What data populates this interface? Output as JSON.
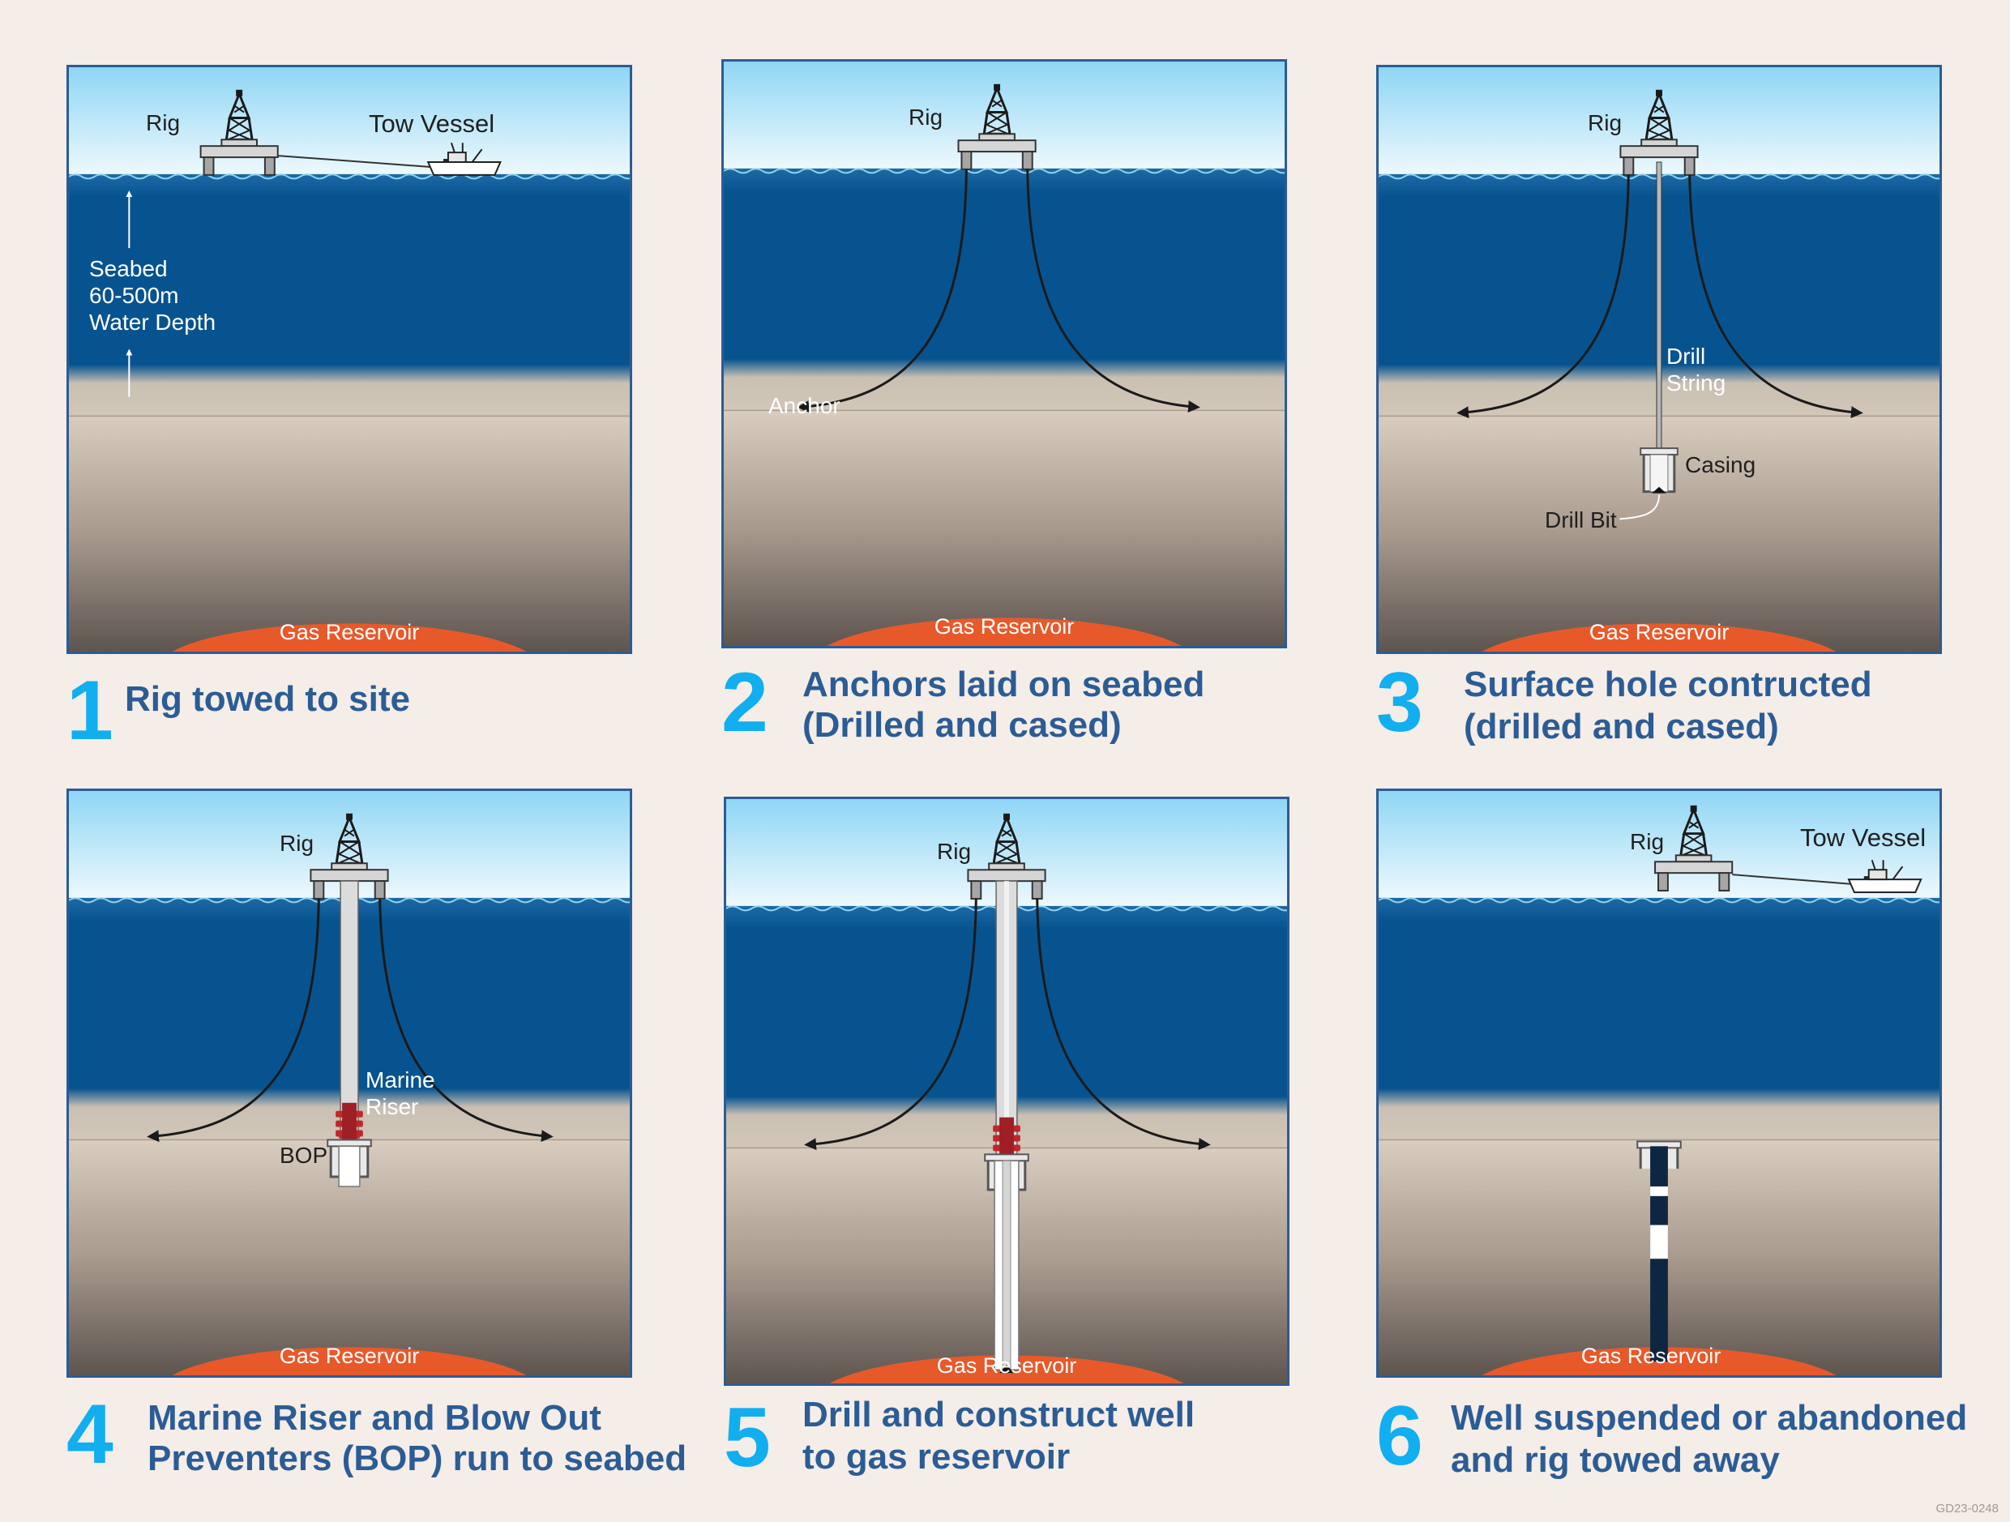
{
  "colors": {
    "background": "#f5ede8",
    "frame": "#2b5c95",
    "step_number": "#11aef0",
    "caption": "#2b5c95",
    "sky_top": "#8fd6f5",
    "sea": "#07538f",
    "sediment": "#c9bfb1",
    "ground": "#6e645e",
    "reservoir": "#e8592a",
    "bop": "#c0272d"
  },
  "panels": [
    {
      "step": "1",
      "title_line1": "Rig towed to site",
      "title_line2": "",
      "reservoir_label": "Gas Reservoir",
      "labels": {
        "rig": "Rig",
        "tow_vessel": "Tow Vessel",
        "depth_1": "Seabed",
        "depth_2": "60-500m",
        "depth_3": "Water Depth"
      }
    },
    {
      "step": "2",
      "title_line1": "Anchors laid on seabed",
      "title_line2": "(Drilled and cased)",
      "reservoir_label": "Gas Reservoir",
      "labels": {
        "rig": "Rig",
        "anchor": "Anchor"
      }
    },
    {
      "step": "3",
      "title_line1": "Surface hole contructed",
      "title_line2": "(drilled and cased)",
      "reservoir_label": "Gas Reservoir",
      "labels": {
        "rig": "Rig",
        "drill_1": "Drill",
        "drill_2": "String",
        "casing": "Casing",
        "drill_bit": "Drill Bit"
      }
    },
    {
      "step": "4",
      "title_line1": "Marine Riser and Blow Out",
      "title_line2": "Preventers (BOP) run to seabed",
      "reservoir_label": "Gas Reservoir",
      "labels": {
        "rig": "Rig",
        "riser_1": "Marine",
        "riser_2": "Riser",
        "bop": "BOP"
      }
    },
    {
      "step": "5",
      "title_line1": "Drill and construct well",
      "title_line2": "to gas reservoir",
      "reservoir_label": "Gas Reservoir",
      "labels": {
        "rig": "Rig"
      }
    },
    {
      "step": "6",
      "title_line1": "Well suspended or abandoned",
      "title_line2": "and rig towed away",
      "reservoir_label": "Gas Reservoir",
      "labels": {
        "rig": "Rig",
        "tow_vessel": "Tow Vessel"
      }
    }
  ],
  "footer_code": "GD23-0248"
}
